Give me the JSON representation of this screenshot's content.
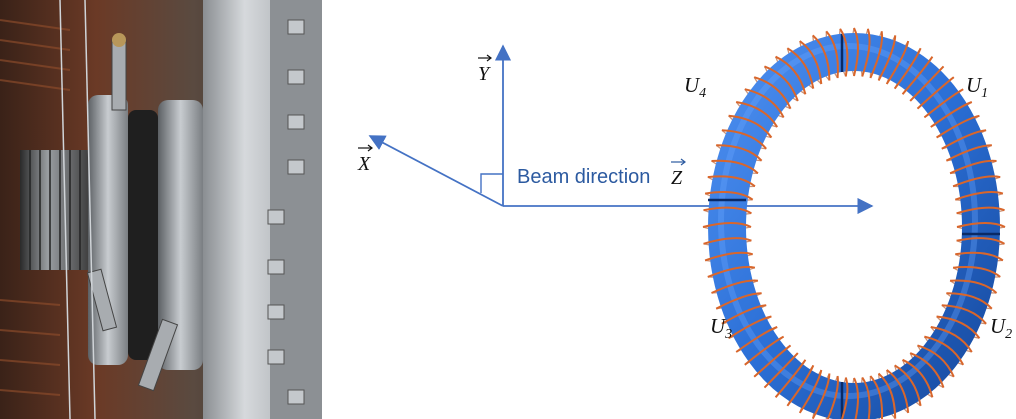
{
  "axes": {
    "x_label": "X",
    "y_label": "Y",
    "beam_label": "Beam direction",
    "beam_symbol": "Z"
  },
  "segments": [
    {
      "main": "U",
      "sub": "1"
    },
    {
      "main": "U",
      "sub": "2"
    },
    {
      "main": "U",
      "sub": "3"
    },
    {
      "main": "U",
      "sub": "4"
    }
  ],
  "colors": {
    "axis": "#4472c4",
    "coil": "#d9662b",
    "toroid": "#2b6fd6",
    "toroid_dark": "#0d3e8f"
  }
}
